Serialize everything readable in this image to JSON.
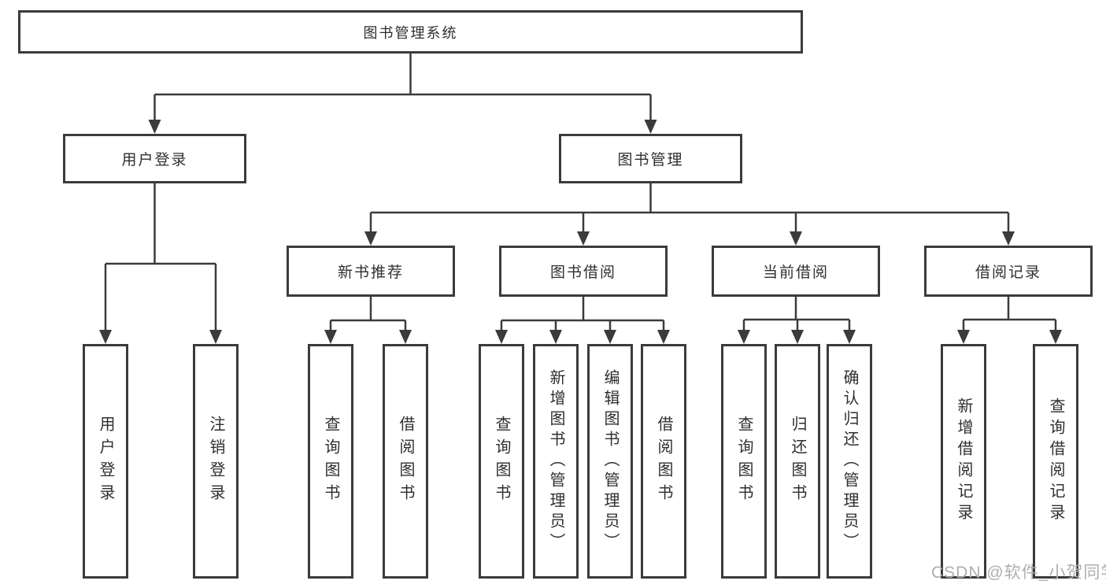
{
  "diagram": {
    "title": "图书管理系统",
    "type": "function-structure-tree",
    "hierarchy": {
      "图书管理系统": {
        "用户登录": [
          "用户登录",
          "注销登录"
        ],
        "图书管理": {
          "新书推荐": [
            "查询图书",
            "借阅图书"
          ],
          "图书借阅": [
            "查询图书",
            "新增图书（管理员）",
            "编辑图书（管理员）",
            "借阅图书"
          ],
          "当前借阅": [
            "查询图书",
            "归还图书",
            "确认归还（管理员）"
          ],
          "借阅记录": [
            "新增借阅记录",
            "查询借阅记录"
          ]
        }
      }
    }
  },
  "nodes": {
    "root": {
      "label": "图书管理系统"
    },
    "user_login": {
      "label": "用户登录"
    },
    "book_mgmt": {
      "label": "图书管理"
    },
    "new_book_rec": {
      "label": "新书推荐"
    },
    "book_borrow": {
      "label": "图书借阅"
    },
    "current_borrow": {
      "label": "当前借阅"
    },
    "borrow_records": {
      "label": "借阅记录"
    },
    "leaf_user_login": {
      "label": "用户登录"
    },
    "leaf_logout": {
      "label": "注销登录"
    },
    "leaf_rec_query": {
      "label": "查询图书"
    },
    "leaf_rec_borrow": {
      "label": "借阅图书"
    },
    "leaf_bb_query": {
      "label": "查询图书"
    },
    "leaf_bb_add": {
      "label": "新增图书（管理员）"
    },
    "leaf_bb_edit": {
      "label": "编辑图书（管理员）"
    },
    "leaf_bb_borrow": {
      "label": "借阅图书"
    },
    "leaf_cb_query": {
      "label": "查询图书"
    },
    "leaf_cb_return": {
      "label": "归还图书"
    },
    "leaf_cb_confirm": {
      "label": "确认归还（管理员）"
    },
    "leaf_br_add": {
      "label": "新增借阅记录"
    },
    "leaf_br_query": {
      "label": "查询借阅记录"
    }
  },
  "watermark": {
    "text": "CSDN @软件_小贺同学"
  },
  "colors": {
    "line": "#3b3b3b",
    "box_border": "#3b3b3b",
    "text": "#2f2f2f",
    "watermark": "#aeaeb2",
    "background": "#ffffff"
  }
}
